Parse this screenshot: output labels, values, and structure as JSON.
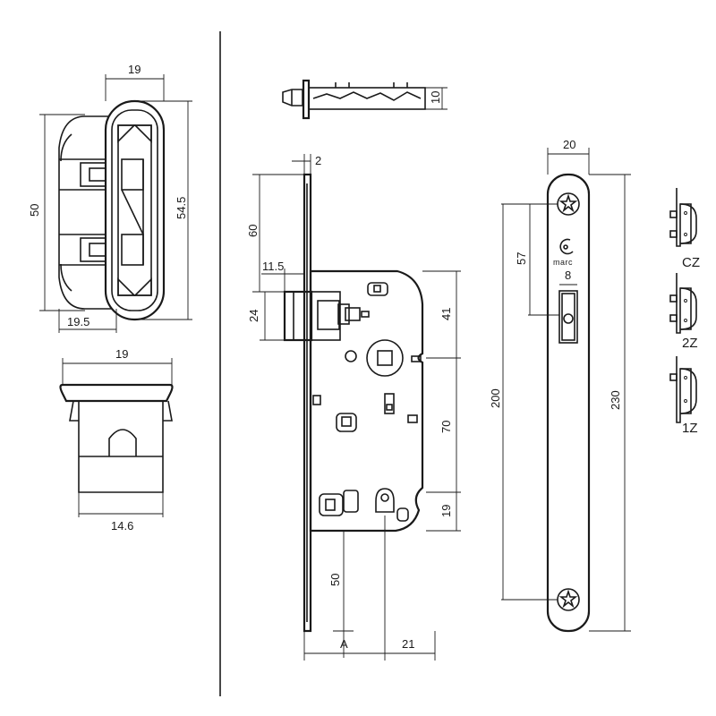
{
  "dimensions": {
    "hinge_width": "19",
    "hinge_height": "50",
    "hinge_plate_height": "54.5",
    "hinge_depth": "19.5",
    "cap_width": "19",
    "cap_bottom": "14.6",
    "bolt_height": "10",
    "faceplate_thickness": "2",
    "top_offset": "60",
    "latch_projection": "11.5",
    "latch_height": "24",
    "latch_to_spindle": "41",
    "spindle_to_key": "70",
    "key_to_bottom": "19",
    "bottom_offset": "50",
    "backset": "A",
    "key_backset": "21",
    "strike_width": "20",
    "strike_upper": "57",
    "strike_slot": "8",
    "strike_span": "200",
    "strike_length": "230"
  },
  "variants": [
    "CZ",
    "2Z",
    "1Z"
  ],
  "brand": "marc"
}
